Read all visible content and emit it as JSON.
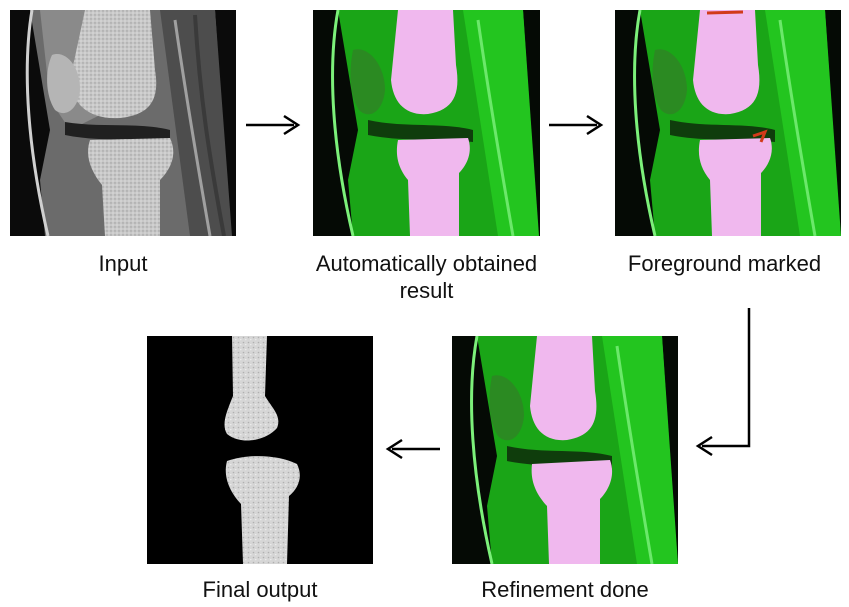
{
  "steps": [
    {
      "id": "input",
      "caption": "Input",
      "image": "knee-mri-grayscale"
    },
    {
      "id": "auto",
      "caption": "Automatically obtained result",
      "image": "knee-segmentation-green-pink"
    },
    {
      "id": "marked",
      "caption": "Foreground marked",
      "image": "knee-segmentation-with-red-foreground-marks"
    },
    {
      "id": "refined",
      "caption": "Refinement done",
      "image": "knee-segmentation-refined"
    },
    {
      "id": "final",
      "caption": "Final output",
      "image": "extracted-bones-white-on-black"
    }
  ],
  "arrows": [
    {
      "from": "input",
      "to": "auto",
      "direction": "right"
    },
    {
      "from": "auto",
      "to": "marked",
      "direction": "right"
    },
    {
      "from": "marked",
      "to": "refined",
      "direction": "down-left"
    },
    {
      "from": "refined",
      "to": "final",
      "direction": "left"
    }
  ],
  "colors": {
    "background": "#ffffff",
    "tissue_green": "#1fc51a",
    "bone_pink": "#f0b8ee",
    "marker_red": "#d13a1a",
    "bone_white": "#d9d9d9",
    "arrow": "#000000"
  }
}
